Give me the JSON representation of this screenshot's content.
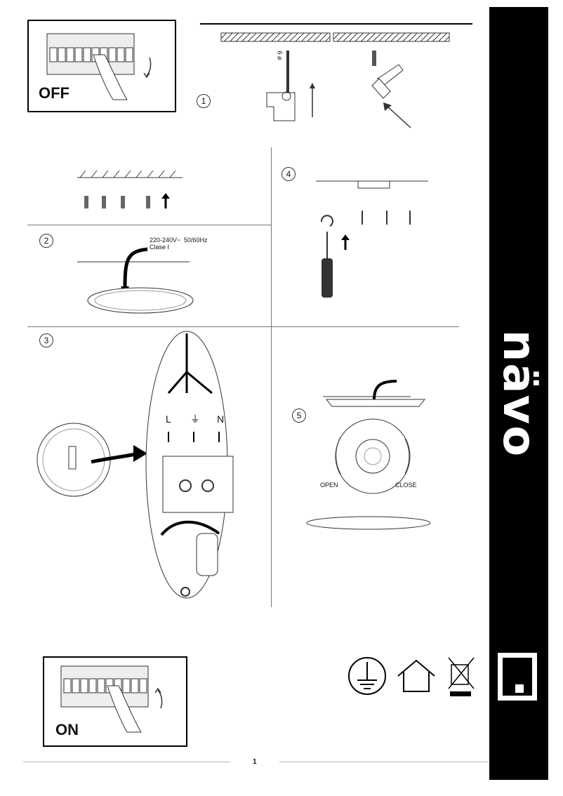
{
  "brand": {
    "name": "nävo"
  },
  "steps": {
    "off_label": "OFF",
    "on_label": "ON",
    "step1": "1",
    "step2": "2",
    "step3": "3",
    "step4": "4",
    "step5": "5"
  },
  "power_spec": {
    "voltage": "220-240V~",
    "frequency": "50/60Hz",
    "class": "Clase I"
  },
  "drill": {
    "size": "6 ø"
  },
  "wiring": {
    "live": "L",
    "earth": "⏚",
    "neutral": "N"
  },
  "rotate": {
    "open": "OPEN",
    "close": "CLOSE"
  },
  "footer": {
    "page_number": "1"
  },
  "icons": [
    "earth-ground-icon",
    "indoor-use-house-icon",
    "weee-crossed-bin-icon"
  ]
}
